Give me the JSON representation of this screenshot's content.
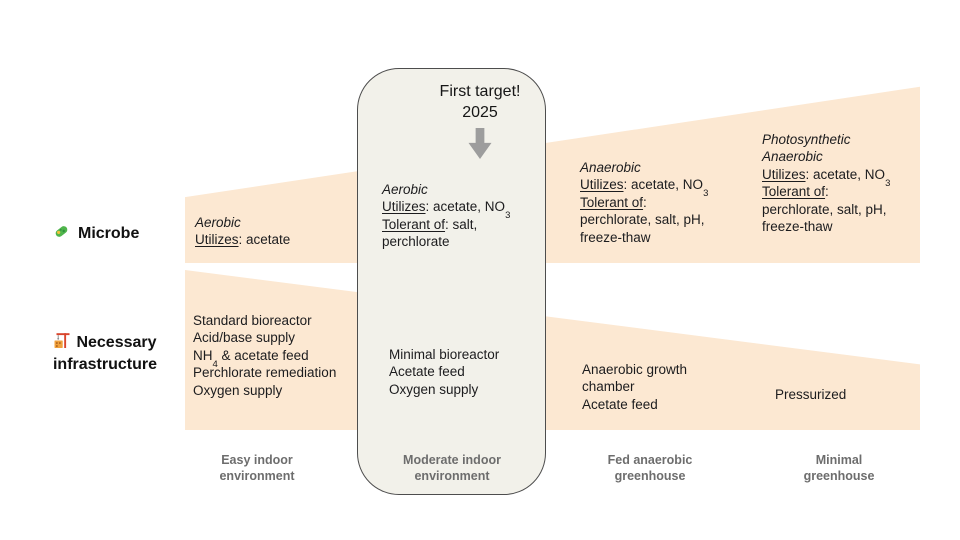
{
  "card": {
    "title": "First target!",
    "year": "2025"
  },
  "rows": {
    "microbe": {
      "label": "Microbe"
    },
    "infrastructure": {
      "label_line1": "Necessary",
      "label_line2": "infrastructure"
    }
  },
  "icons": {
    "microbe": "microbe-icon",
    "construction": "crane-icon",
    "target_arrow": "down-arrow-icon"
  },
  "colors": {
    "band": "#fce8d2",
    "card_bg": "#f2f1ea",
    "card_border": "#4d4d4d",
    "arrow": "#9d9d9d",
    "text": "#1c1c1e",
    "muted": "#6d6d6d",
    "microbe_green": "#4fb54c",
    "microbe_spot": "#f2c23d",
    "crane_red": "#d9452c",
    "crane_orange": "#f0a13c"
  },
  "columns": [
    {
      "microbe_lines": [
        [
          {
            "t": "Aerobic",
            "i": 1
          }
        ],
        [
          {
            "t": "Utilizes",
            "u": 1
          },
          {
            "t": ": acetate"
          }
        ]
      ],
      "infra_lines": [
        [
          {
            "t": "Standard bioreactor"
          }
        ],
        [
          {
            "t": "Acid/base supply"
          }
        ],
        [
          {
            "t": "NH"
          },
          {
            "t": "4",
            "s": 1
          },
          {
            "t": " & acetate feed"
          }
        ],
        [
          {
            "t": "Perchlorate remediation"
          }
        ],
        [
          {
            "t": "Oxygen supply"
          }
        ]
      ],
      "env_lines": [
        [
          {
            "t": "Easy indoor"
          }
        ],
        [
          {
            "t": "environment"
          }
        ]
      ]
    },
    {
      "microbe_lines": [
        [
          {
            "t": "Aerobic",
            "i": 1
          }
        ],
        [
          {
            "t": "Utilizes",
            "u": 1
          },
          {
            "t": ": acetate, NO"
          },
          {
            "t": "3",
            "s": 1
          }
        ],
        [
          {
            "t": "Tolerant of",
            "u": 1
          },
          {
            "t": ": salt,"
          }
        ],
        [
          {
            "t": "perchlorate"
          }
        ]
      ],
      "infra_lines": [
        [
          {
            "t": "Minimal bioreactor"
          }
        ],
        [
          {
            "t": "Acetate feed"
          }
        ],
        [
          {
            "t": "Oxygen supply"
          }
        ]
      ],
      "env_lines": [
        [
          {
            "t": "Moderate indoor"
          }
        ],
        [
          {
            "t": "environment"
          }
        ]
      ]
    },
    {
      "microbe_lines": [
        [
          {
            "t": "Anaerobic",
            "i": 1
          }
        ],
        [
          {
            "t": "Utilizes",
            "u": 1
          },
          {
            "t": ": acetate, NO"
          },
          {
            "t": "3",
            "s": 1
          }
        ],
        [
          {
            "t": "Tolerant of",
            "u": 1
          },
          {
            "t": ":"
          }
        ],
        [
          {
            "t": "perchlorate, salt, pH,"
          }
        ],
        [
          {
            "t": "freeze-thaw"
          }
        ]
      ],
      "infra_lines": [
        [
          {
            "t": "Anaerobic growth"
          }
        ],
        [
          {
            "t": "chamber"
          }
        ],
        [
          {
            "t": "Acetate feed"
          }
        ]
      ],
      "env_lines": [
        [
          {
            "t": "Fed anaerobic"
          }
        ],
        [
          {
            "t": "greenhouse"
          }
        ]
      ]
    },
    {
      "microbe_lines": [
        [
          {
            "t": "Photosynthetic",
            "i": 1
          }
        ],
        [
          {
            "t": "Anaerobic",
            "i": 1
          }
        ],
        [
          {
            "t": "Utilizes",
            "u": 1
          },
          {
            "t": ": acetate, NO"
          },
          {
            "t": "3",
            "s": 1
          }
        ],
        [
          {
            "t": "Tolerant of",
            "u": 1
          },
          {
            "t": ":"
          }
        ],
        [
          {
            "t": "perchlorate, salt, pH,"
          }
        ],
        [
          {
            "t": "freeze-thaw"
          }
        ]
      ],
      "infra_lines": [
        [
          {
            "t": "Pressurized"
          }
        ]
      ],
      "env_lines": [
        [
          {
            "t": "Minimal"
          }
        ],
        [
          {
            "t": "greenhouse"
          }
        ]
      ]
    }
  ]
}
